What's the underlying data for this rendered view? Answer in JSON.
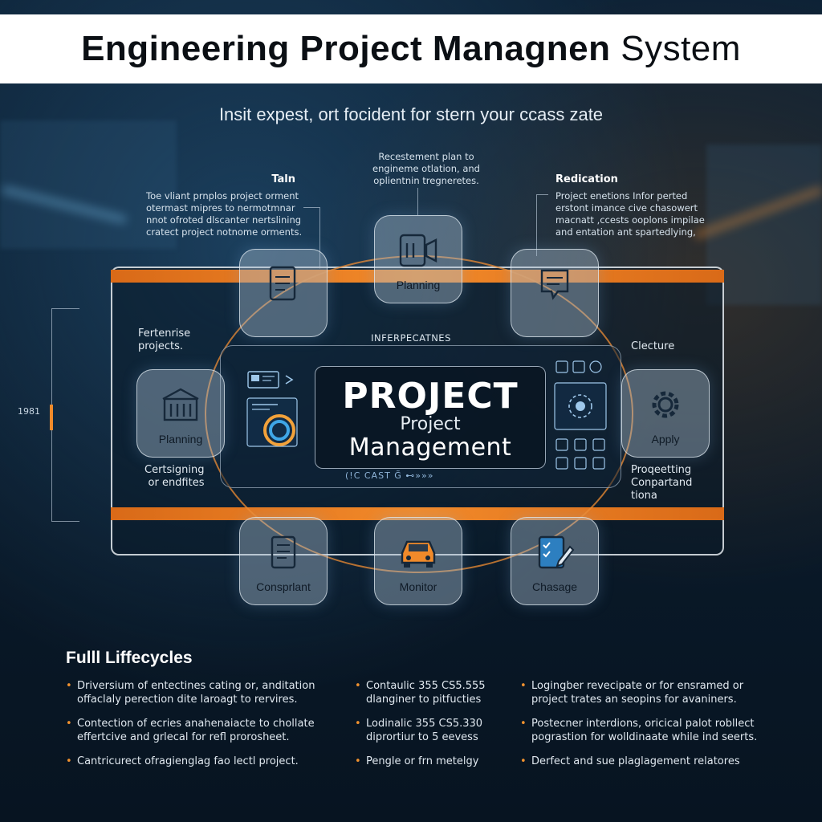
{
  "title": {
    "bold": "Engineering Project Managnen",
    "light": "System"
  },
  "subtitle": "Insit expest, ort focident for stern your ccass zate",
  "annotations": {
    "top_left": {
      "head": "Taln",
      "lines": [
        "Toe vliant prnplos project orment",
        "otermast mipres to nermotmnar",
        "nnot ofroted dlscanter nertslining",
        "cratect project notnome orments."
      ]
    },
    "top_center": {
      "lines": [
        "Recestement plan to",
        "engineme otlation, and",
        "oplientnin tregneretes."
      ]
    },
    "top_right": {
      "head": "Redication",
      "lines": [
        "Project enetions Infor perted",
        "erstont imance cive chasowert",
        "macnatt ,ccests ooplons impilae",
        "and entation ant spartedlying,"
      ]
    }
  },
  "side_labels": {
    "left_top": [
      "Fertenrise",
      "projects."
    ],
    "left_bottom": [
      "Certsigning",
      "or endfites"
    ],
    "right_top": [
      "Clecture"
    ],
    "right_bottom": [
      "Proqeetting",
      "Conpartand",
      "tiona"
    ]
  },
  "bracket_text": "1981",
  "inner_panel": {
    "caption": "INFERPECATNES",
    "footer": "(!C CAST   G̃   ⊷»»»",
    "core": {
      "line1": "PROJECT",
      "line2": "Project",
      "line3": "Management"
    }
  },
  "nodes": {
    "top_left": {
      "label": "",
      "icon": "document-icon"
    },
    "top_center": {
      "label": "Planning",
      "icon": "video-board-icon"
    },
    "top_right": {
      "label": "",
      "icon": "chat-note-icon"
    },
    "mid_left": {
      "label": "Planning",
      "icon": "building-icon"
    },
    "mid_right": {
      "label": "Apply",
      "icon": "gear-icon"
    },
    "bottom_left": {
      "label": "Consprlant",
      "icon": "clipboard-icon"
    },
    "bottom_center": {
      "label": "Monitor",
      "icon": "car-icon"
    },
    "bottom_right": {
      "label": "Chasage",
      "icon": "checklist-edit-icon"
    }
  },
  "lifecycle": {
    "title": "Fulll Liffecycles",
    "columns": [
      [
        [
          "Driversium of entectines cating or, anditation",
          "offaclaly perection dite laroagt to rervires."
        ],
        [
          "Contection of ecries anahenaiacte to chollate",
          "effertcive and grlecal for refl prorosheet."
        ],
        [
          "Cantricurect ofragienglag fao lectl project."
        ]
      ],
      [
        [
          "Contaulic 355 CS5.555",
          "dlanginer to pitfucties"
        ],
        [
          "Lodinalic 355 CS5.330",
          "diprortiur to 5 eevess"
        ],
        [
          "Pengle or frn metelgy"
        ]
      ],
      [
        [
          "Logingber revecipate or for ensramed or",
          "project trates an seopins for avaniners."
        ],
        [
          "Postecner interdions, oricical palot robllect",
          "pograstion for wolldinaate while ind seerts."
        ],
        [
          "Derfect and sue plaglagement relatores"
        ]
      ]
    ]
  },
  "colors": {
    "accent_orange": "#f28a2a",
    "panel_border": "#e6ebf0",
    "background": "#0a1a2a"
  }
}
